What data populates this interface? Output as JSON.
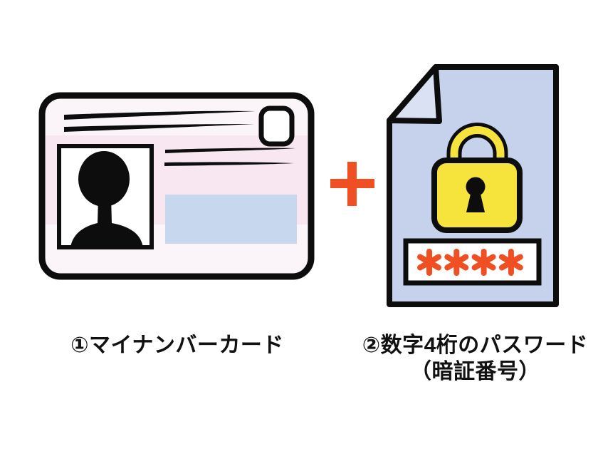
{
  "captions": {
    "card": "①マイナンバーカード",
    "password_line1": "②数字4桁のパスワード",
    "password_line2": "（暗証番号）"
  },
  "operator": {
    "name": "plus",
    "symbol": "+"
  },
  "password_field": {
    "masked_value": "****",
    "digit_count": 4
  },
  "icons": {
    "card": "id-card-icon",
    "photo": "person-silhouette-icon",
    "chip": "ic-chip-icon",
    "lock": "padlock-icon",
    "plus": "plus-icon"
  },
  "colors": {
    "background": "#ffffff",
    "outline": "#0d0d0d",
    "card_base": "#fbf4f8",
    "card_band": "#f8e7f0",
    "card_info_box": "#c7d8ee",
    "document_body": "#c6d2eb",
    "document_fold": "#d9e1f3",
    "lock_yellow": "#f6e33b",
    "accent_orange": "#f04e23",
    "field_background": "#ffffff",
    "text_color": "#111111"
  }
}
